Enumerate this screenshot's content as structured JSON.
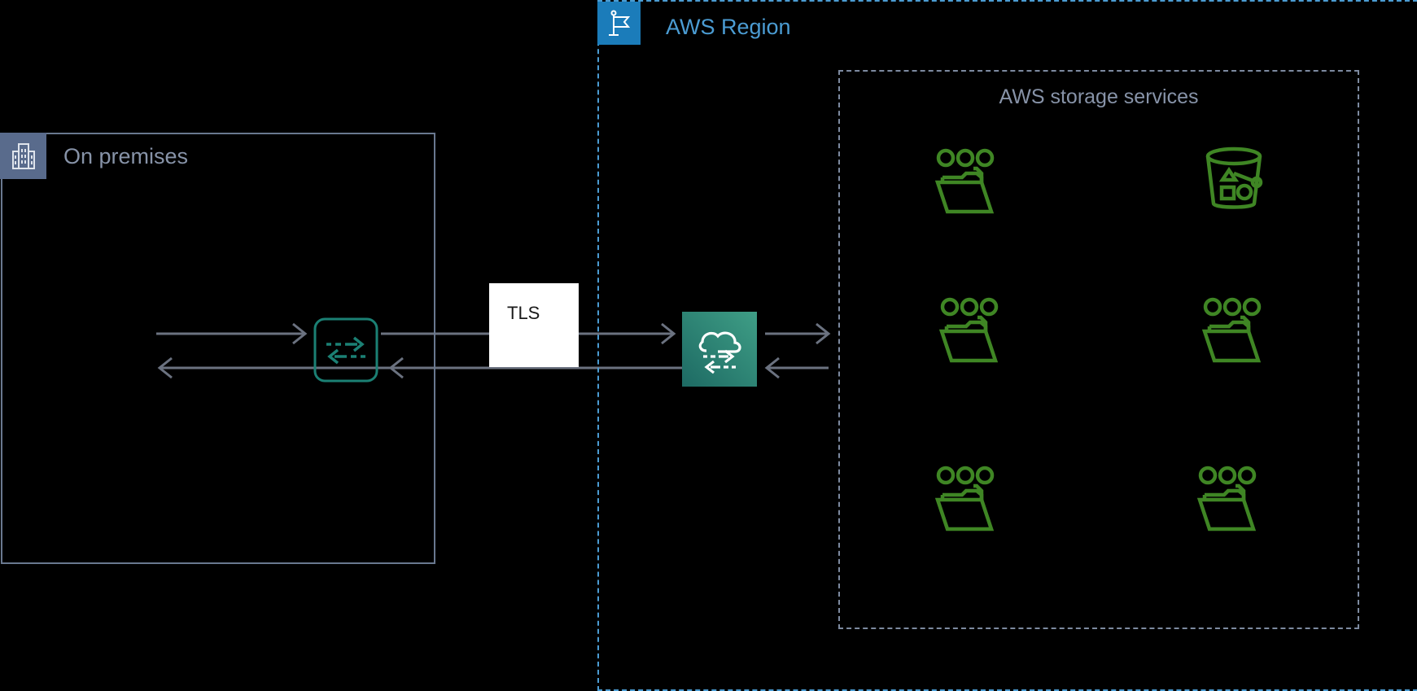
{
  "diagram": {
    "title": "AWS Storage Gateway connecting on-premises to AWS storage services",
    "background_color": "#000000"
  },
  "onpremises": {
    "label": "On premises",
    "badge_icon": "building-icon",
    "border_color": "#69788f",
    "badge_color": "#596b8c",
    "text_color": "#8793a8",
    "gateway": {
      "icon": "storage-gateway-outline-icon",
      "color": "#1b8074"
    }
  },
  "aws_region": {
    "label": "AWS Region",
    "badge_icon": "flag-icon",
    "border_color": "#4b9cd3",
    "badge_color": "#1b7cba",
    "text_color": "#4b9cd3",
    "gateway": {
      "icon": "storage-gateway-cloud-icon",
      "gradient_from": "#1d6a63",
      "gradient_to": "#3f9e86"
    }
  },
  "storage_services": {
    "label": "AWS storage services",
    "border_color": "#7d8aa0",
    "text_color": "#8793a8",
    "icon_color": "#3f8624",
    "items": [
      {
        "name": "file-share-icon",
        "row": 0,
        "col": 0
      },
      {
        "name": "s3-bucket-icon",
        "row": 0,
        "col": 1
      },
      {
        "name": "file-share-icon",
        "row": 1,
        "col": 0
      },
      {
        "name": "file-share-icon",
        "row": 1,
        "col": 1
      },
      {
        "name": "file-share-icon",
        "row": 2,
        "col": 0
      },
      {
        "name": "file-share-icon",
        "row": 2,
        "col": 1
      }
    ]
  },
  "connection": {
    "protocol_label": "TLS",
    "protocol_label_bg": "#ffffff",
    "protocol_label_color": "#1a1a1a",
    "arrow_color": "#6b7280"
  }
}
